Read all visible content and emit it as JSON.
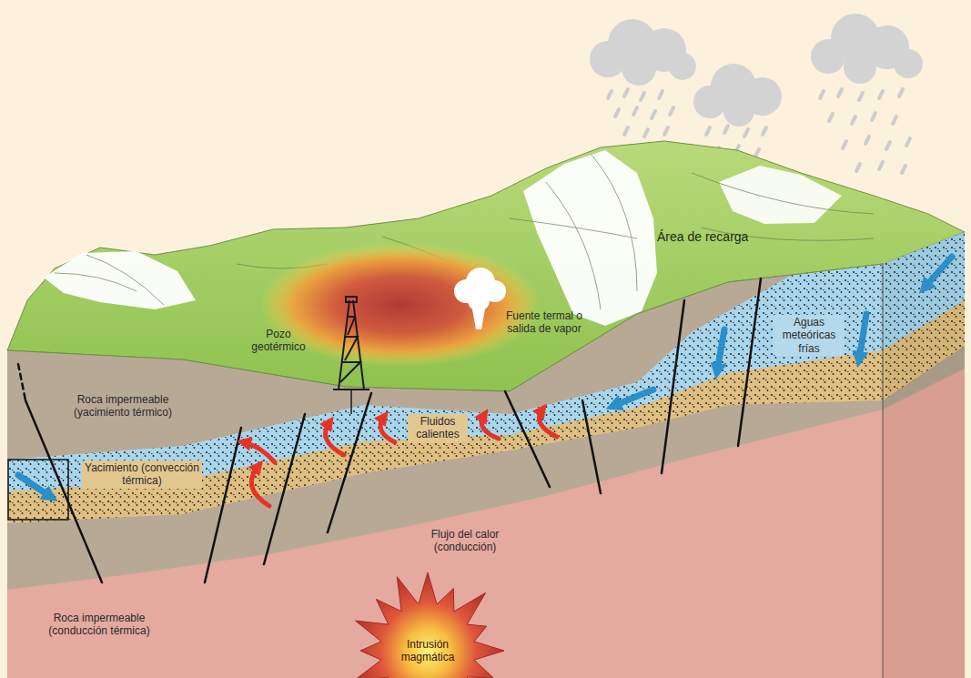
{
  "diagram": {
    "nodes": [
      {
        "text": [
          "Intrusión magmática"
        ]
      }
    ],
    "labels": [
      "Área de recarga",
      "Pozo geotérmico",
      "Fuente termal o salida de vapor",
      "Aguas meteóricas frías",
      "Roca impermeable (yacimiento térmico)",
      "Yacimiento (convección térmica)",
      "Fluidos calientes",
      "Flujo del calor (conducción)",
      "Roca impermeable (conducción térmica)"
    ]
  }
}
